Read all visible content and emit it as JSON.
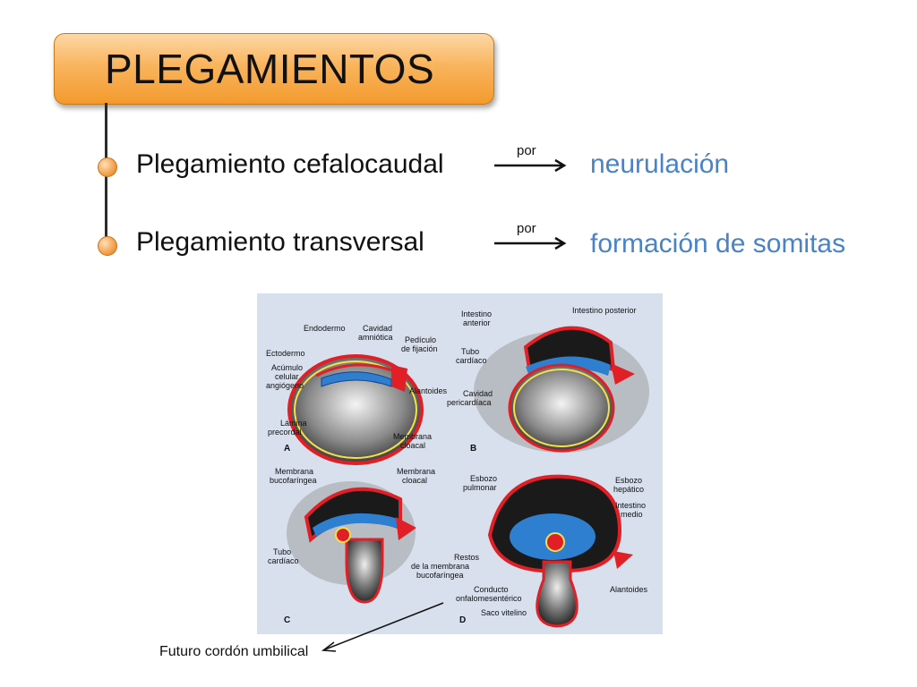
{
  "title": "PLEGAMIENTOS",
  "rows": [
    {
      "label": "Plegamiento cefalocaudal",
      "connector": "por",
      "result": "neurulación"
    },
    {
      "label": "Plegamiento transversal",
      "connector": "por",
      "result": "formación de somitas"
    }
  ],
  "figure": {
    "panel_a": {
      "letter": "A",
      "labels": [
        "Endodermo",
        "Cavidad",
        "amniótica",
        "Pedículo",
        "de fijación",
        "Ectodermo",
        "Acúmulo",
        "celular",
        "angiógeno",
        "Alantoides",
        "Lámina",
        "precordal",
        "Membrana",
        "cloacal"
      ]
    },
    "panel_b": {
      "letter": "B",
      "labels": [
        "Intestino",
        "anterior",
        "Intestino posterior",
        "Tubo",
        "cardíaco",
        "Cavidad",
        "pericardíaca"
      ]
    },
    "panel_c": {
      "letter": "C",
      "labels": [
        "Membrana",
        "bucofaríngea",
        "Membrana",
        "cloacal",
        "Tubo",
        "cardíaco"
      ]
    },
    "panel_d": {
      "letter": "D",
      "labels": [
        "Esbozo",
        "pulmonar",
        "Esbozo",
        "hepático",
        "Intestino",
        "medio",
        "Restos",
        "de la membrana",
        "bucofaríngea",
        "Alantoides",
        "Conducto",
        "onfalomesentérico",
        "Saco vitelino"
      ]
    }
  },
  "caption": "Futuro cordón umbilical",
  "colors": {
    "accent_orange": "#f39a2e",
    "result_blue": "#4a82c6"
  }
}
